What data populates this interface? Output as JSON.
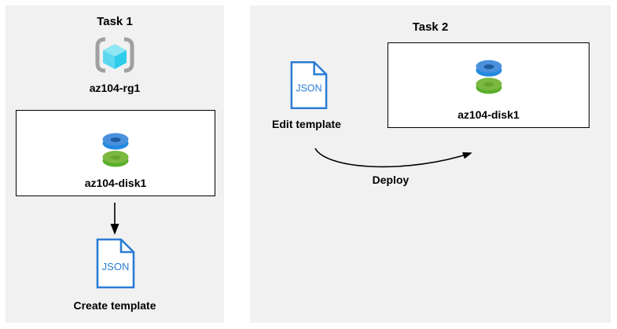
{
  "diagram": {
    "task1": {
      "title": "Task 1",
      "resource_group": {
        "label": "az104-rg1"
      },
      "disk": {
        "label": "az104-disk1"
      },
      "template": {
        "label": "Create template",
        "icon_text": "JSON"
      }
    },
    "task2": {
      "title": "Task 2",
      "template": {
        "label": "Edit template",
        "icon_text": "JSON"
      },
      "disk": {
        "label": "az104-disk1"
      },
      "deploy": {
        "label": "Deploy"
      }
    },
    "colors": {
      "panel_bg": "#f1f1f2",
      "box_border": "#000000",
      "arrow_black": "#000000",
      "json_blue": "#2b7cd3",
      "rg_bracket_gray": "#a0a0a0",
      "rg_cube_top": "#8fe6f4",
      "rg_cube_left": "#5cd9f0",
      "rg_cube_right": "#2fcdec",
      "disk_blue_top": "#4a90dd",
      "disk_blue_rim": "#2389e0",
      "disk_blue_hole": "#1f5c9d",
      "disk_green_top": "#7ab840",
      "disk_green_rim": "#5aae2b",
      "disk_green_hole": "#67a52e"
    }
  }
}
